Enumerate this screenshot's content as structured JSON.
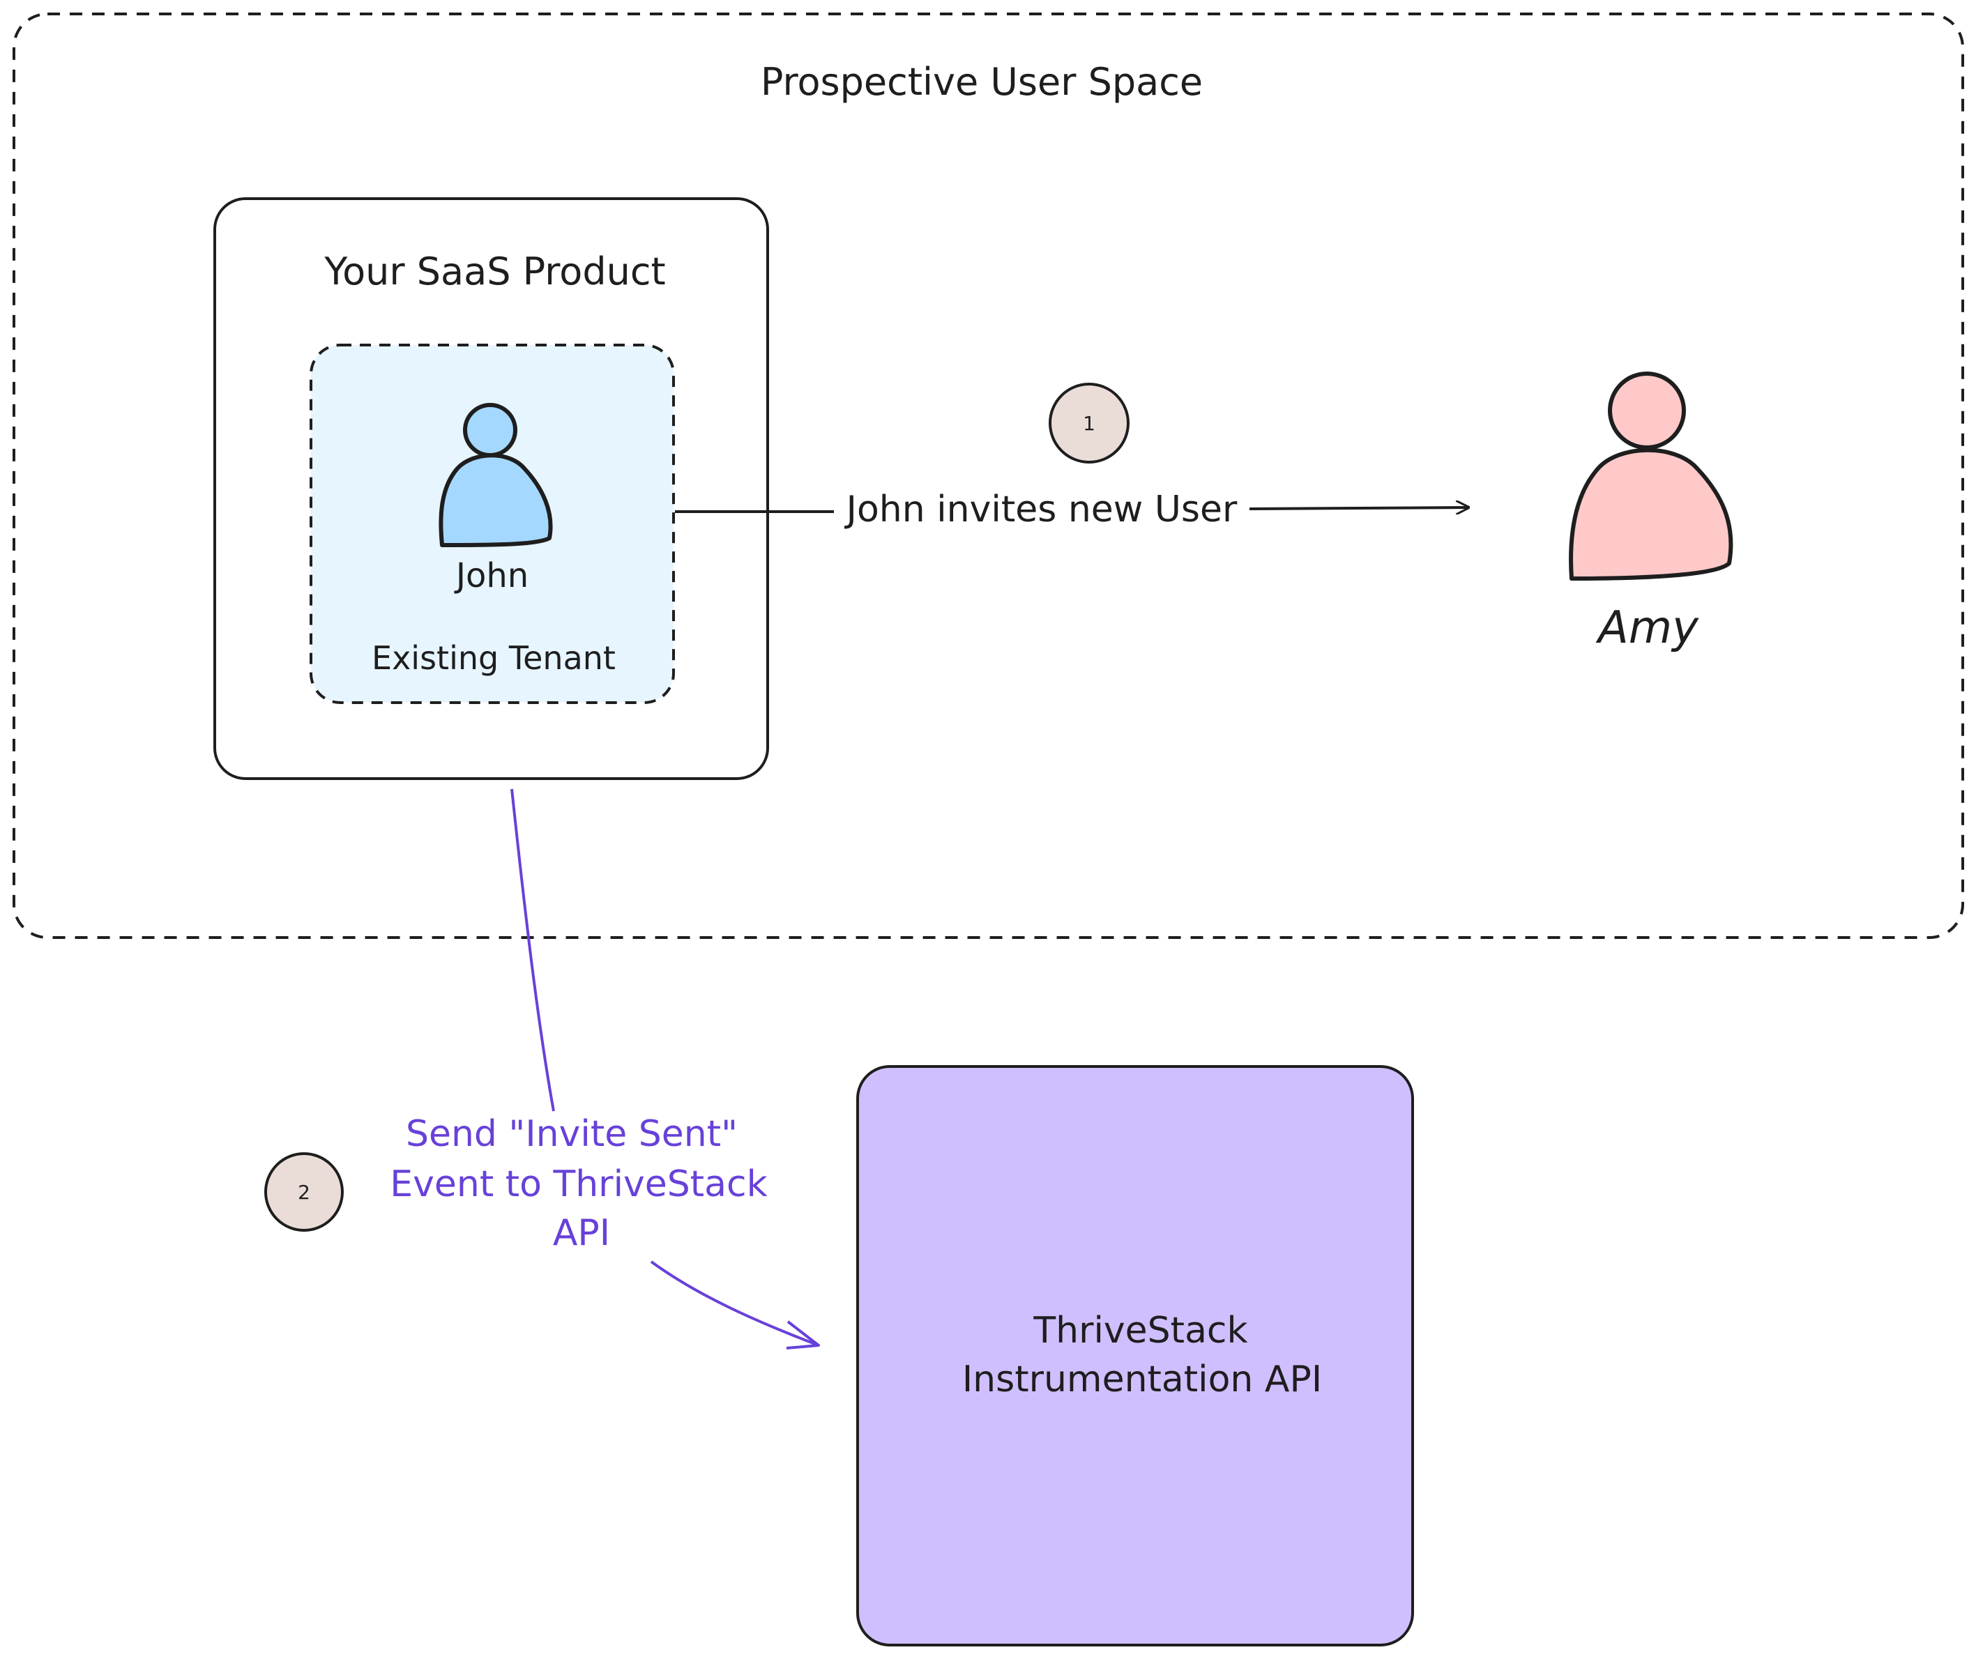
{
  "colors": {
    "stroke": "#1e1e1e",
    "tenant_fill": "#e7f5ff",
    "john_fill": "#a5d8ff",
    "amy_fill": "#ffc9c9",
    "api_fill": "#d0bfff",
    "step_fill": "#eaddd7",
    "event_color": "#6741d9"
  },
  "icons": {
    "john": "person-icon",
    "amy": "person-icon"
  },
  "prospective_space": {
    "title": "Prospective User Space"
  },
  "product": {
    "title": "Your SaaS Product"
  },
  "tenant": {
    "label": "Existing Tenant"
  },
  "john": {
    "name": "John"
  },
  "amy": {
    "name": "Amy"
  },
  "step1": {
    "number": "1",
    "label": "John invites new User"
  },
  "step2": {
    "number": "2",
    "label_lines": [
      "Send \"Invite Sent\"",
      "Event to ThriveStack",
      "API"
    ]
  },
  "api": {
    "label_lines": [
      "ThriveStack",
      "Instrumentation API"
    ]
  }
}
